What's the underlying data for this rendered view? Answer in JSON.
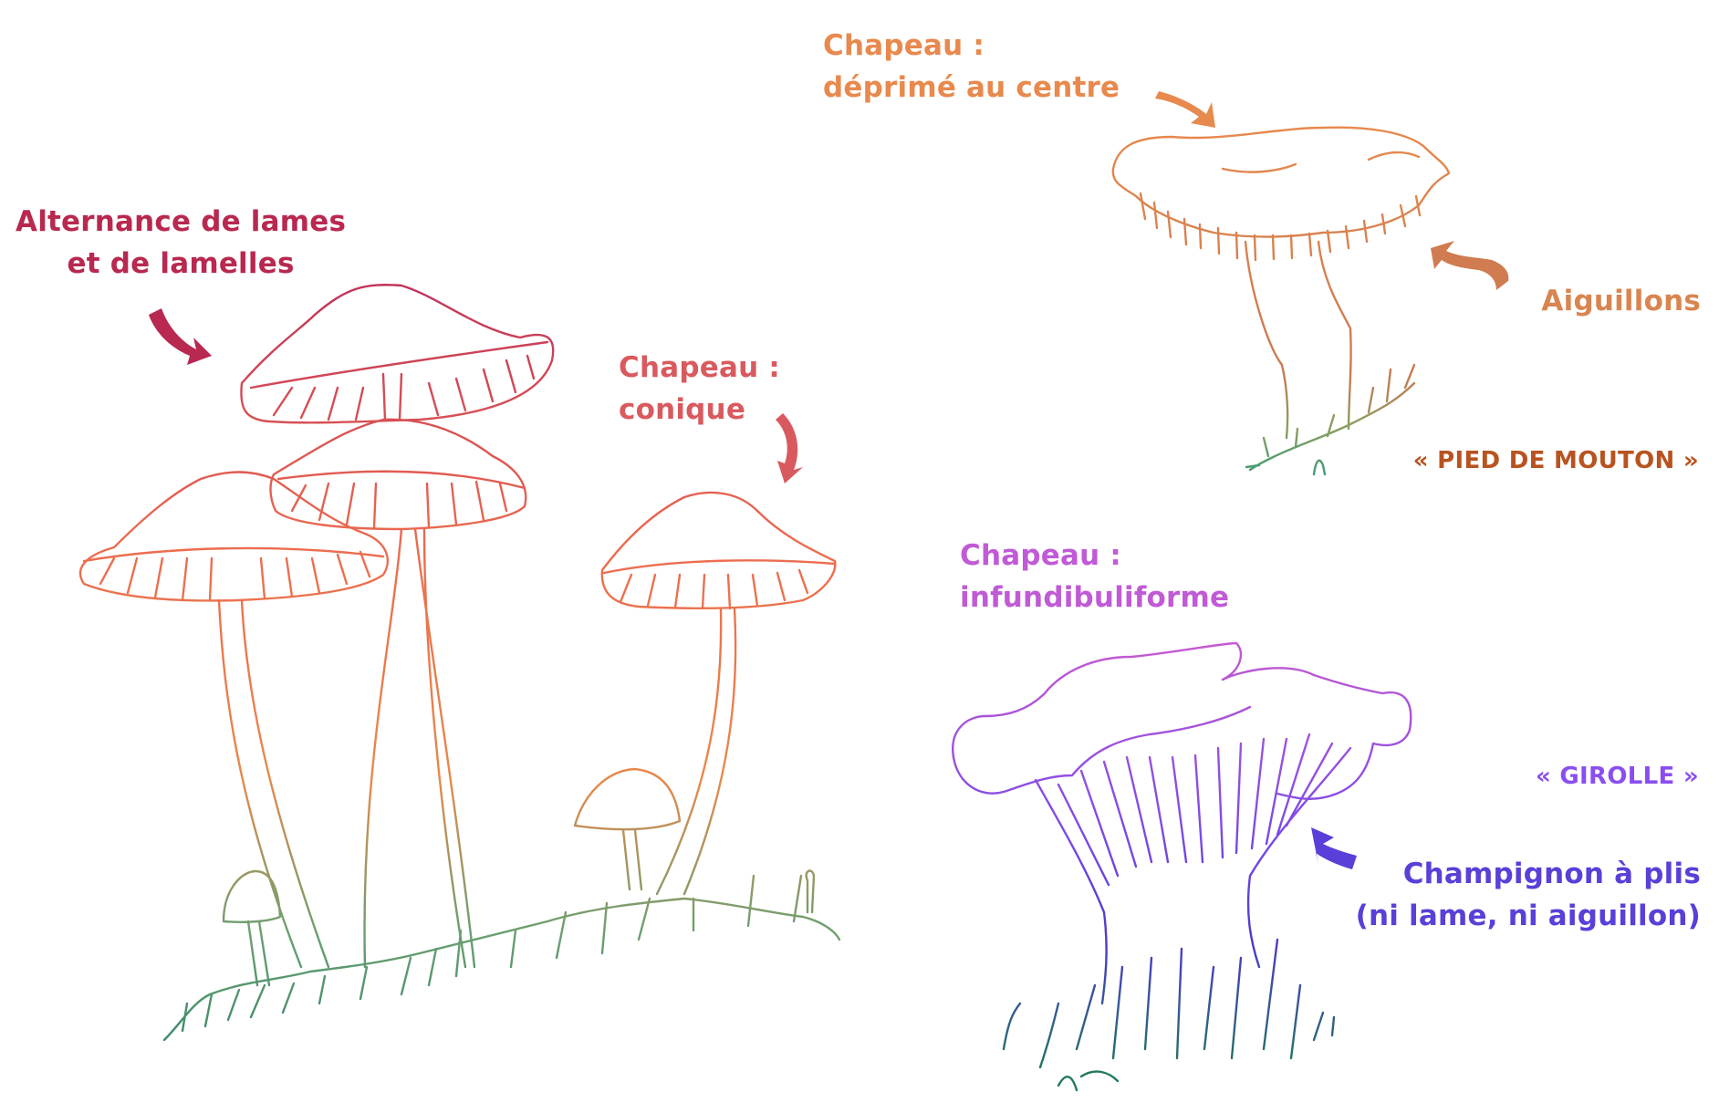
{
  "colors": {
    "lamelles": "#b8284f",
    "conique": "#d95a5e",
    "deprime": "#e8894d",
    "aiguillons": "#d98550",
    "pied_de_mouton": "#b8531f",
    "infundibuliforme": "#c05ad6",
    "girolle": "#8a4ef0",
    "plis": "#5a3fd8",
    "grass": "#4e9a6a"
  },
  "labels": {
    "lamelles": {
      "line1": "Alternance de lames",
      "line2": "et de lamelles"
    },
    "conique": {
      "line1": "Chapeau :",
      "line2": "conique"
    },
    "deprime": {
      "line1": "Chapeau :",
      "line2": "déprimé au centre"
    },
    "aiguillons": {
      "text": "Aiguillons"
    },
    "pied_de_mouton": {
      "text": "« PIED DE MOUTON »"
    },
    "infundibuliforme": {
      "line1": "Chapeau :",
      "line2": "infundibuliforme"
    },
    "girolle": {
      "text": "« GIROLLE »"
    },
    "plis": {
      "line1": "Champignon à plis",
      "line2": "(ni lame, ni aiguillon)"
    }
  },
  "illustrations": [
    {
      "name": "lamelles-mushroom-cluster",
      "description": "Groupe de champignons à chapeau conique avec lames et lamelles"
    },
    {
      "name": "pied-de-mouton-mushroom",
      "description": "Pied de mouton à chapeau déprimé et aiguillons"
    },
    {
      "name": "girolle-mushroom",
      "description": "Girolle à chapeau infundibuliforme et plis"
    }
  ]
}
